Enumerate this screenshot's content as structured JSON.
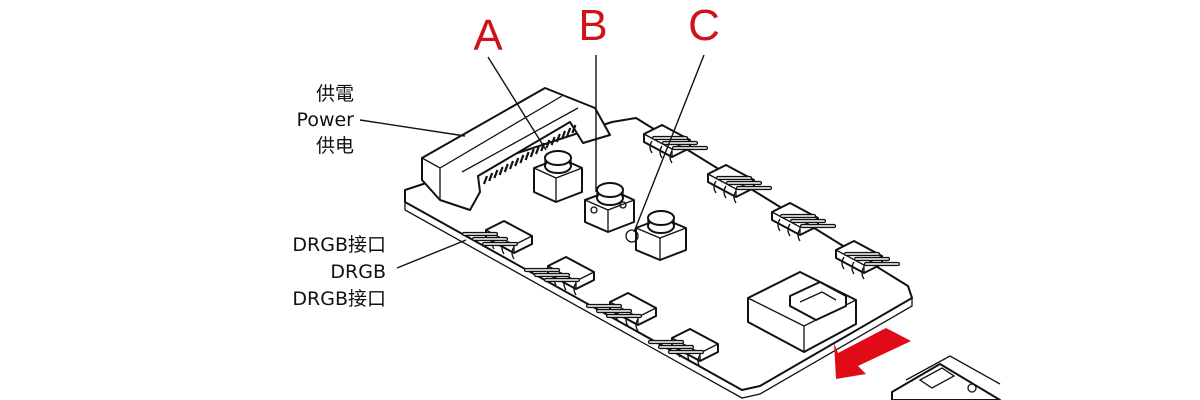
{
  "callouts": {
    "a": "A",
    "b": "B",
    "c": "C"
  },
  "power_label": {
    "line1": "供電",
    "line2": "Power",
    "line3": "供电"
  },
  "drgb_label": {
    "line1": "DRGB接口",
    "line2": "DRGB",
    "line3": "DRGB接口"
  },
  "colors": {
    "callout": "#d0121b",
    "arrow": "#e10b17",
    "ink": "#111111"
  }
}
